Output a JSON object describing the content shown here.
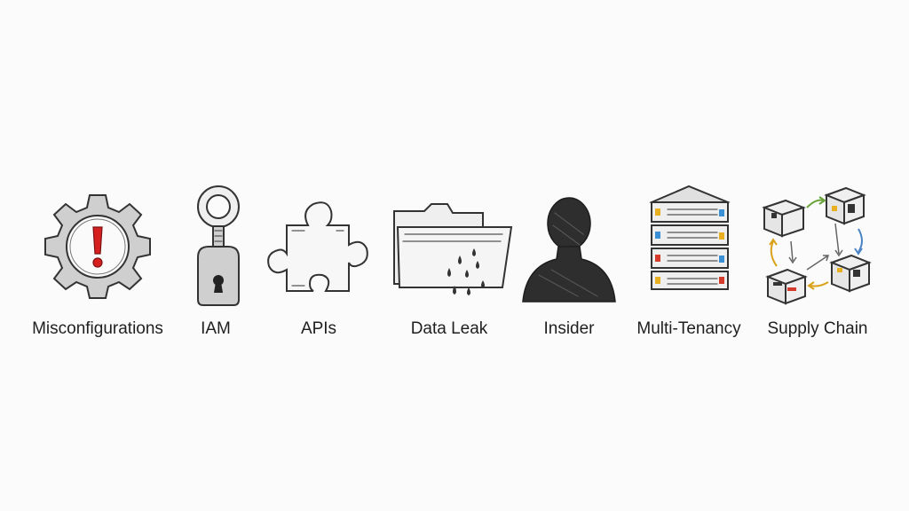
{
  "threats": [
    {
      "label": "Misconfigurations",
      "icon": "gear-warning-icon"
    },
    {
      "label": "IAM",
      "icon": "padlock-key-icon"
    },
    {
      "label": "APIs",
      "icon": "puzzle-piece-icon"
    },
    {
      "label": "Data Leak",
      "icon": "leaking-folder-icon"
    },
    {
      "label": "Insider",
      "icon": "person-silhouette-icon"
    },
    {
      "label": "Multi-Tenancy",
      "icon": "server-stack-icon"
    },
    {
      "label": "Supply Chain",
      "icon": "supply-chain-cubes-icon"
    }
  ],
  "colors": {
    "warning": "#d62020",
    "arrow_green": "#6aa33a",
    "arrow_yellow": "#d9a21a",
    "arrow_blue": "#4a84c4",
    "led_yellow": "#e8b020",
    "led_blue": "#3b8fd4",
    "led_red": "#d43b2b"
  }
}
